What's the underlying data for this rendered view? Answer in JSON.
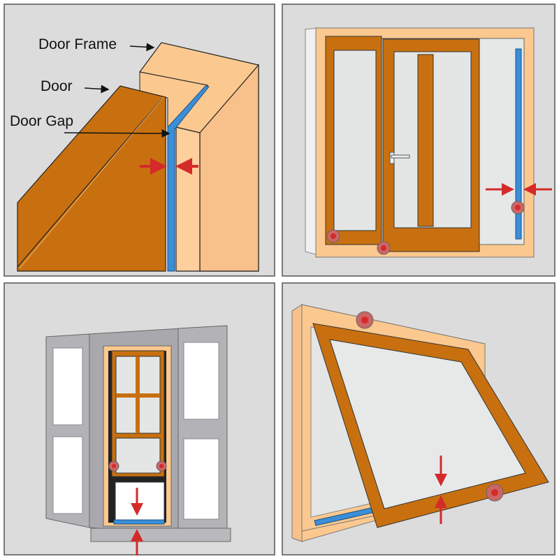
{
  "labels": {
    "door_frame": "Door Frame",
    "door": "Door",
    "door_gap": "Door Gap"
  },
  "colors": {
    "panel_bg": "#dcdcdc",
    "panel_border": "#555555",
    "wood": "#c8700f",
    "frame_light": "#fbc88f",
    "seal_blue": "#3a8fd8",
    "marker_red": "#d42a2a",
    "shutter_gray": "#a9a9ad",
    "glass": "#e4e6e6"
  },
  "panels": [
    {
      "name": "door-gap-diagram"
    },
    {
      "name": "sliding-window"
    },
    {
      "name": "shuttered-sash-window"
    },
    {
      "name": "awning-window"
    }
  ]
}
